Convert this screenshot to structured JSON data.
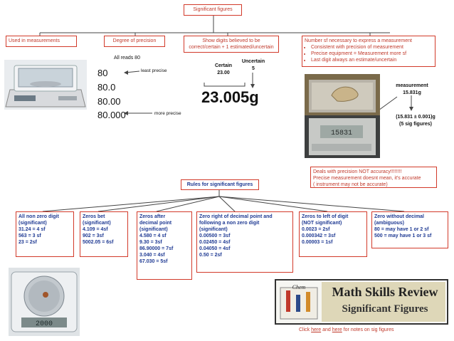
{
  "root": {
    "title": "Significant figures"
  },
  "top_boxes": {
    "used": "Used in measurements",
    "degree": "Degree of precision",
    "show": "Show digits believed to be correct/certain + 1 estimated/uncertain",
    "number_title": "Number sf necessary to express a measurement",
    "number_bullets": [
      "Consistent with precision of measurement",
      "Precise equipment = Measurement more sf",
      "Last digit always an estimate/uncertain"
    ]
  },
  "precision": {
    "all_reads": "All reads 80",
    "values": [
      "80",
      "80.0",
      "80.00",
      "80.000"
    ],
    "least": "least precise",
    "more": "more precise"
  },
  "example": {
    "certain_label": "Certain",
    "certain_value": "23.00",
    "uncertain_label": "Uncertain",
    "uncertain_value": "5",
    "big_value": "23.005g"
  },
  "measurement": {
    "label": "measurement",
    "value": "15.831g",
    "uncertainty": "(15.831 ± 0.001)g",
    "sig": "(5 sig figures)",
    "scale_reading": "15831"
  },
  "accuracy_note": [
    "Deals with precision NOT accuracy!!!!!!!!",
    "Precise measurement doesnt mean, it's accurate",
    "( instrument may not be accurate)"
  ],
  "rules_title": "Rules for significant figures",
  "rules": [
    {
      "title": [
        "All non zero digit",
        "(significant)"
      ],
      "items": [
        "31.24 = 4 sf",
        "563 = 3 sf",
        "23 = 2sf"
      ]
    },
    {
      "title": [
        "Zeros bet",
        "(significant)"
      ],
      "items": [
        "4.109 = 4sf",
        "902 = 3sf",
        "5002.05 = 6sf"
      ]
    },
    {
      "title": [
        "Zeros after",
        "decimal point",
        "(significant)"
      ],
      "items": [
        "4.580 = 4 sf",
        "9.30 = 3sf",
        "86.90000 = 7sf",
        "3.040 = 4sf",
        "67.030 = 5sf"
      ]
    },
    {
      "title": [
        "Zero right of decimal point and",
        "following a non zero digit",
        "(significant)"
      ],
      "items": [
        "0.00500 = 3sf",
        "0.02450 = 4sf",
        "0.04050 = 4sf",
        "0.50 = 2sf"
      ]
    },
    {
      "title": [
        "Zeros to left of digit",
        "(NOT significant)"
      ],
      "items": [
        "0.0023 = 2sf",
        "0.000342 = 3sf",
        "0.00003 = 1sf"
      ]
    },
    {
      "title": [
        "Zero without decimal",
        "(ambiguous)"
      ],
      "items": [
        "80 = may have 1 or 2 sf",
        "500 = may have 1 or 3 sf"
      ]
    }
  ],
  "banner": {
    "line1": "Math Skills Review",
    "line2": "Significant Figures",
    "logo": "Chem"
  },
  "bottom_scale_reading": "2000",
  "footer": {
    "click": "Click",
    "here1": "here",
    "and": "and",
    "here2": "here",
    "rest": "for notes on sig figures"
  }
}
